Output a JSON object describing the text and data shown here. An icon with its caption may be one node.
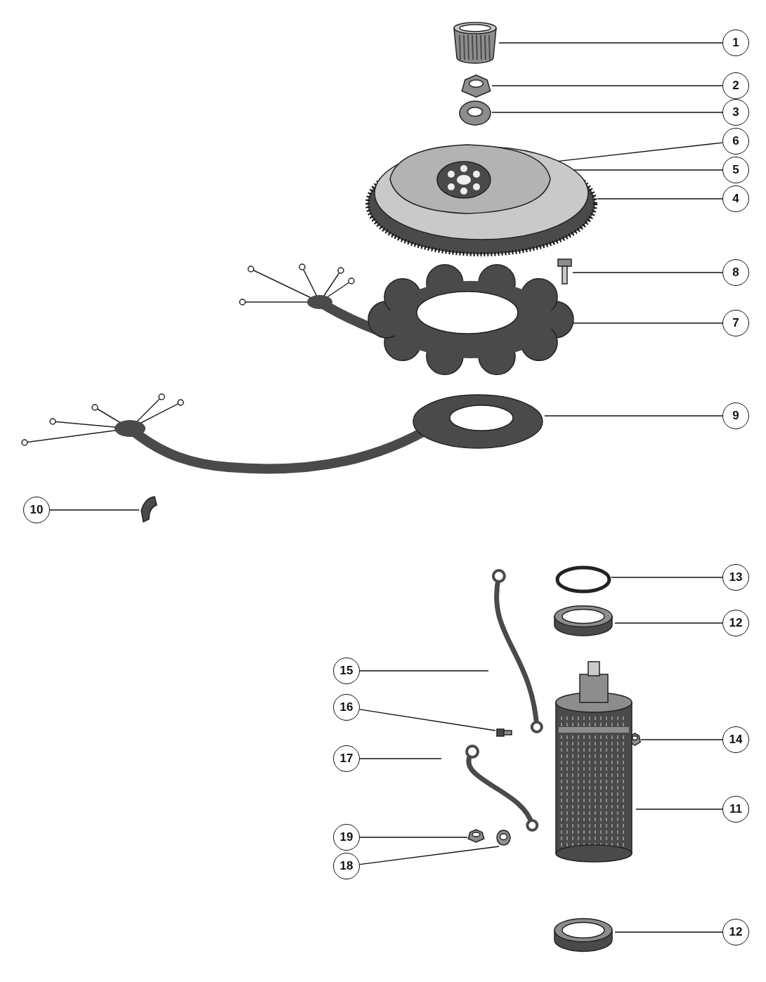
{
  "diagram": {
    "nodes": [
      {
        "text": [
          "1"
        ]
      },
      {
        "text": [],
        "shape": "picture"
      },
      {
        "text": [
          "2"
        ]
      },
      {
        "text": [],
        "shape": "picture"
      },
      {
        "text": [
          "3"
        ]
      },
      {
        "text": [],
        "shape": "picture"
      },
      {
        "text": [
          "6"
        ]
      },
      {
        "text": [
          "5"
        ]
      },
      {
        "text": [
          "4"
        ]
      },
      {
        "text": [],
        "shape": "picture"
      },
      {
        "text": [],
        "shape": "picture",
        "in": 9
      },
      {
        "text": [],
        "shape": "picture",
        "in": 10
      },
      {
        "text": [
          "8"
        ]
      },
      {
        "text": [],
        "shape": "picture"
      },
      {
        "text": [
          "7"
        ]
      },
      {
        "text": [],
        "shape": "picture"
      },
      {
        "text": [
          "9"
        ]
      },
      {
        "text": [],
        "shape": "picture"
      },
      {
        "text": [
          "10"
        ]
      },
      {
        "text": [],
        "shape": "picture"
      },
      {
        "text": [
          "13"
        ]
      },
      {
        "text": [],
        "shape": "circle"
      },
      {
        "text": [
          "12"
        ]
      },
      {
        "text": [],
        "shape": "picture"
      },
      {
        "text": [
          "15"
        ]
      },
      {
        "text": [],
        "shape": "picture"
      },
      {
        "text": [
          "16"
        ]
      },
      {
        "text": [],
        "shape": "picture"
      },
      {
        "text": [
          "14"
        ]
      },
      {
        "text": [],
        "shape": "picture"
      },
      {
        "text": [
          "17"
        ]
      },
      {
        "text": [],
        "shape": "picture"
      },
      {
        "text": [
          "11"
        ]
      },
      {
        "text": [],
        "shape": "picture"
      },
      {
        "text": [
          "19"
        ]
      },
      {
        "text": [],
        "shape": "picture"
      },
      {
        "text": [
          "18"
        ]
      },
      {
        "text": [],
        "shape": "picture"
      },
      {
        "text": [
          "12"
        ]
      },
      {
        "text": [],
        "shape": "picture"
      }
    ],
    "edges": [
      {
        "from": 0,
        "to": 1,
        "arrow": "none"
      },
      {
        "from": 2,
        "to": 3,
        "arrow": "none"
      },
      {
        "from": 4,
        "to": 5,
        "arrow": "none"
      },
      {
        "from": 6,
        "to": 11,
        "arrow": "none"
      },
      {
        "from": 7,
        "to": 10,
        "arrow": "none"
      },
      {
        "from": 8,
        "to": 9,
        "arrow": "none"
      },
      {
        "from": 12,
        "to": 13,
        "arrow": "none"
      },
      {
        "from": 14,
        "to": 15,
        "arrow": "none"
      },
      {
        "from": 16,
        "to": 17,
        "arrow": "none"
      },
      {
        "from": 18,
        "to": 19,
        "arrow": "none"
      },
      {
        "from": 20,
        "to": 21,
        "arrow": "none"
      },
      {
        "from": 22,
        "to": 23,
        "arrow": "none"
      },
      {
        "from": 24,
        "to": 25,
        "arrow": "none"
      },
      {
        "from": 26,
        "to": 27,
        "arrow": "none"
      },
      {
        "from": 28,
        "to": 29,
        "arrow": "none"
      },
      {
        "from": 30,
        "to": 31,
        "arrow": "none"
      },
      {
        "from": 32,
        "to": 33,
        "arrow": "none"
      },
      {
        "from": 34,
        "to": 35,
        "arrow": "none"
      },
      {
        "from": 36,
        "to": 37,
        "arrow": "none"
      },
      {
        "from": 38,
        "to": 39,
        "arrow": "none"
      }
    ]
  }
}
